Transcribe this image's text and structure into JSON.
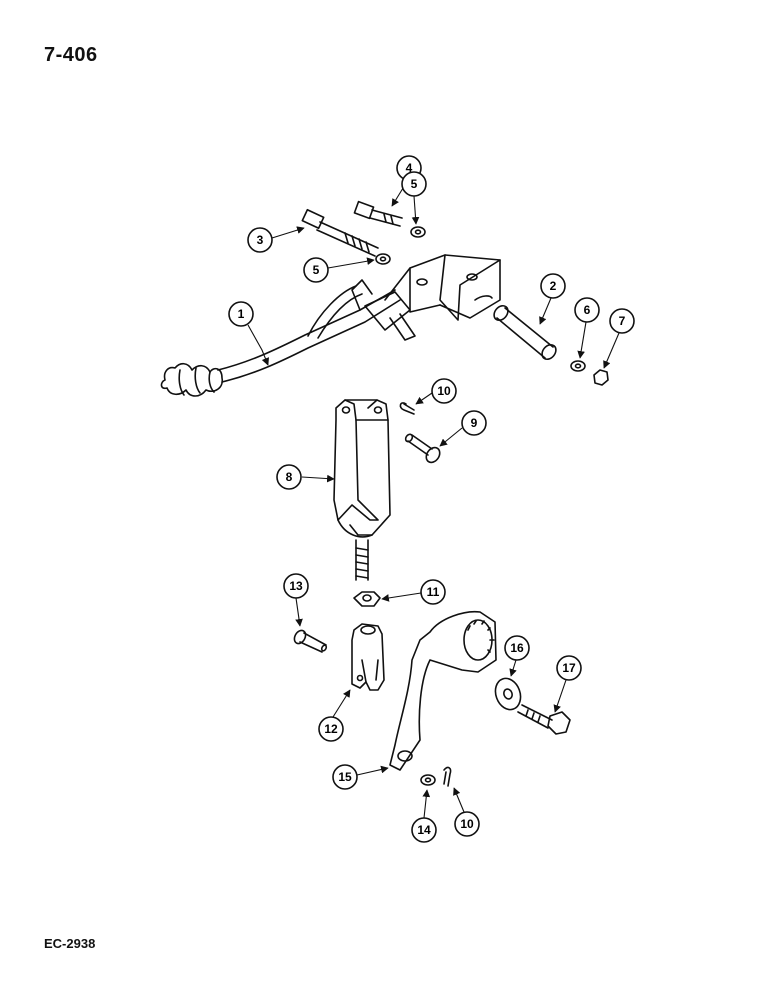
{
  "page_number": "7-406",
  "figure_code": "EC-2938",
  "callouts": [
    {
      "id": "c1",
      "label": "1"
    },
    {
      "id": "c2",
      "label": "2"
    },
    {
      "id": "c3",
      "label": "3"
    },
    {
      "id": "c4",
      "label": "4"
    },
    {
      "id": "c5a",
      "label": "5"
    },
    {
      "id": "c5b",
      "label": "5"
    },
    {
      "id": "c6",
      "label": "6"
    },
    {
      "id": "c7",
      "label": "7"
    },
    {
      "id": "c8",
      "label": "8"
    },
    {
      "id": "c9",
      "label": "9"
    },
    {
      "id": "c10a",
      "label": "10"
    },
    {
      "id": "c10b",
      "label": "10"
    },
    {
      "id": "c11",
      "label": "11"
    },
    {
      "id": "c12",
      "label": "12"
    },
    {
      "id": "c13",
      "label": "13"
    },
    {
      "id": "c14",
      "label": "14"
    },
    {
      "id": "c15",
      "label": "15"
    },
    {
      "id": "c16",
      "label": "16"
    },
    {
      "id": "c17",
      "label": "17"
    }
  ]
}
